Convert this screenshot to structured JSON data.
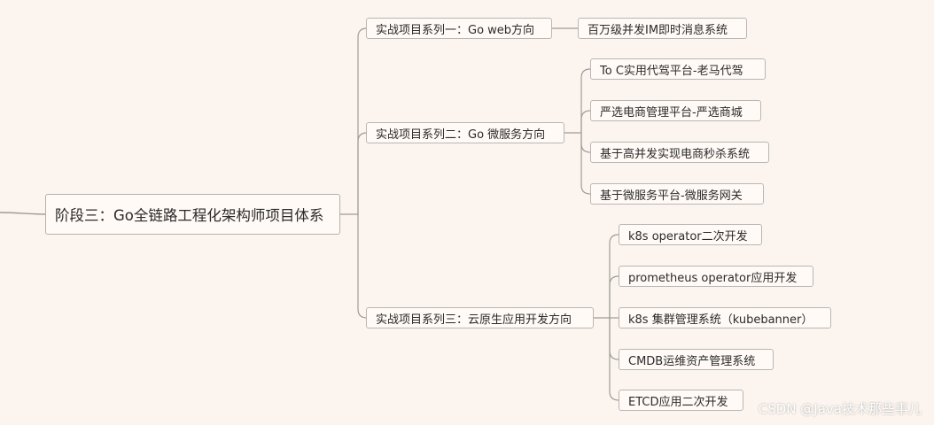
{
  "mindmap": {
    "root": {
      "label": "阶段三：Go全链路工程化架构师项目体系"
    },
    "branches": [
      {
        "label": "实战项目系列一：Go web方向",
        "children": [
          {
            "label": "百万级并发IM即时消息系统"
          }
        ]
      },
      {
        "label": "实战项目系列二：Go 微服务方向",
        "children": [
          {
            "label": "To C实用代驾平台-老马代驾"
          },
          {
            "label": "严选电商管理平台-严选商城"
          },
          {
            "label": "基于高并发实现电商秒杀系统"
          },
          {
            "label": "基于微服务平台-微服务网关"
          }
        ]
      },
      {
        "label": "实战项目系列三：云原生应用开发方向",
        "children": [
          {
            "label": "k8s operator二次开发"
          },
          {
            "label": "prometheus operator应用开发"
          },
          {
            "label": "k8s 集群管理系统（kubebanner）"
          },
          {
            "label": "CMDB运维资产管理系统"
          },
          {
            "label": "ETCD应用二次开发"
          }
        ]
      }
    ]
  },
  "watermark": {
    "text": "CSDN @Java技术那些事儿"
  },
  "colors": {
    "background": "#fcf5ef",
    "node_border": "#b9b6b3",
    "connector": "#9f9b97",
    "text": "#2b2b2b"
  }
}
